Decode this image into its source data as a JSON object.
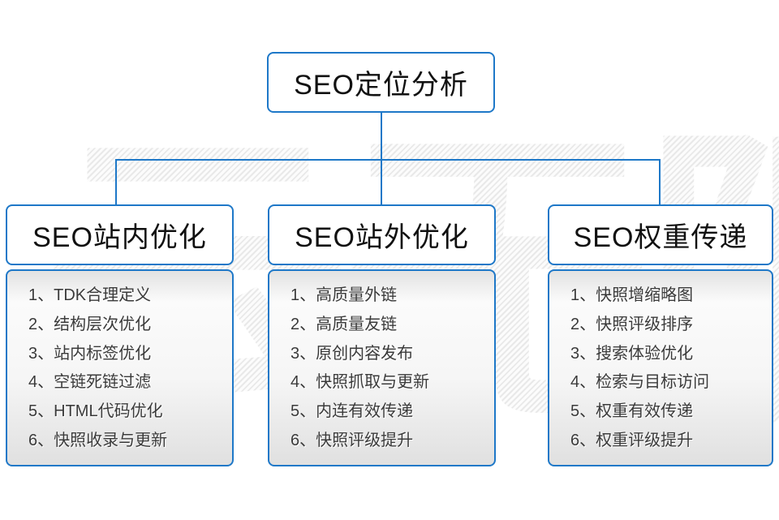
{
  "watermark": {
    "text": "云无限"
  },
  "colors": {
    "accent_blue": "#1e78c8",
    "header_text": "#111111",
    "list_text": "#3a3a3a",
    "panel_gray_top": "#e2e2e2",
    "panel_gray_bottom": "#e0e0e0"
  },
  "root_node": {
    "title": "SEO定位分析"
  },
  "branches": [
    {
      "title": "SEO站内优化",
      "items": [
        "1、TDK合理定义",
        "2、结构层次优化",
        "3、站内标签优化",
        "4、空链死链过滤",
        "5、HTML代码优化",
        "6、快照收录与更新"
      ]
    },
    {
      "title": "SEO站外优化",
      "items": [
        "1、高质量外链",
        "2、高质量友链",
        "3、原创内容发布",
        "4、快照抓取与更新",
        "5、内连有效传递",
        "6、快照评级提升"
      ]
    },
    {
      "title": "SEO权重传递",
      "items": [
        "1、快照增缩略图",
        "2、快照评级排序",
        "3、搜索体验优化",
        "4、检索与目标访问",
        "5、权重有效传递",
        "6、权重评级提升"
      ]
    }
  ]
}
